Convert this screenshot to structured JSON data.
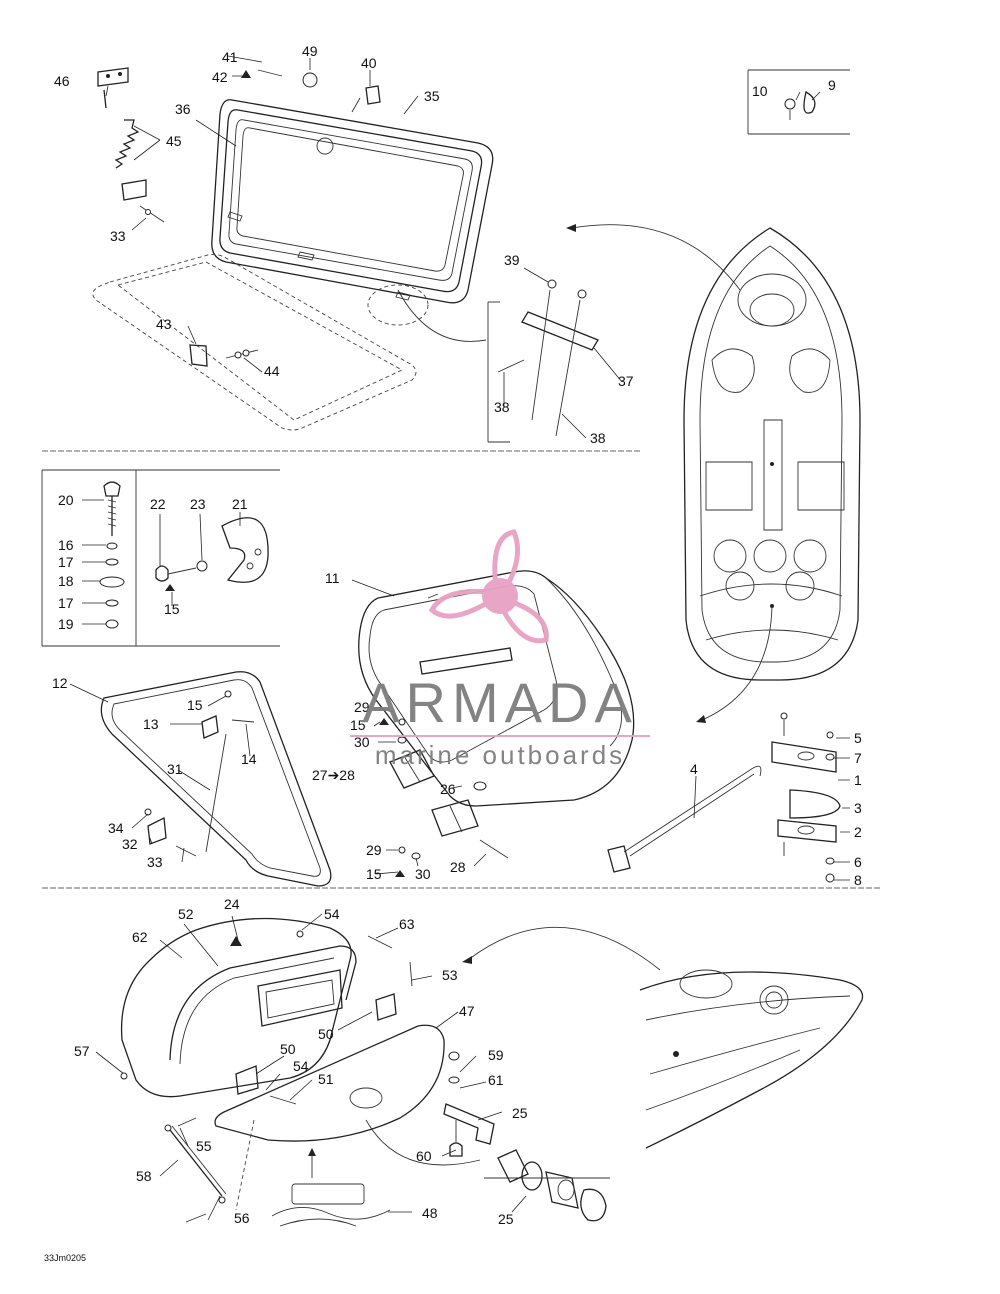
{
  "watermark": {
    "brand": "ARMADA",
    "tagline": "marine outboards",
    "accent_color": "#e8a1c4",
    "text_color": "#7d7d7d",
    "icon": "propeller-icon"
  },
  "drawing_code": "33Jm0205",
  "callouts": [
    {
      "id": "c46",
      "label": "46"
    },
    {
      "id": "c41",
      "label": "41"
    },
    {
      "id": "c42",
      "label": "42"
    },
    {
      "id": "c49",
      "label": "49"
    },
    {
      "id": "c40",
      "label": "40"
    },
    {
      "id": "c35",
      "label": "35"
    },
    {
      "id": "c36",
      "label": "36"
    },
    {
      "id": "c45",
      "label": "45"
    },
    {
      "id": "c33a",
      "label": "33"
    },
    {
      "id": "c10",
      "label": "10"
    },
    {
      "id": "c9",
      "label": "9"
    },
    {
      "id": "c39",
      "label": "39"
    },
    {
      "id": "c43",
      "label": "43"
    },
    {
      "id": "c44",
      "label": "44"
    },
    {
      "id": "c37",
      "label": "37"
    },
    {
      "id": "c38a",
      "label": "38"
    },
    {
      "id": "c38b",
      "label": "38"
    },
    {
      "id": "c20",
      "label": "20"
    },
    {
      "id": "c22",
      "label": "22"
    },
    {
      "id": "c23",
      "label": "23"
    },
    {
      "id": "c21",
      "label": "21"
    },
    {
      "id": "c16",
      "label": "16"
    },
    {
      "id": "c17a",
      "label": "17"
    },
    {
      "id": "c18",
      "label": "18"
    },
    {
      "id": "c17b",
      "label": "17"
    },
    {
      "id": "c19",
      "label": "19"
    },
    {
      "id": "c15a",
      "label": "15"
    },
    {
      "id": "c11",
      "label": "11"
    },
    {
      "id": "c12",
      "label": "12"
    },
    {
      "id": "c15b",
      "label": "15"
    },
    {
      "id": "c13",
      "label": "13"
    },
    {
      "id": "c14",
      "label": "14"
    },
    {
      "id": "c29a",
      "label": "29"
    },
    {
      "id": "c15c",
      "label": "15"
    },
    {
      "id": "c30a",
      "label": "30"
    },
    {
      "id": "c31",
      "label": "31"
    },
    {
      "id": "c2728",
      "label": "27➔28"
    },
    {
      "id": "c26",
      "label": "26"
    },
    {
      "id": "c34",
      "label": "34"
    },
    {
      "id": "c32",
      "label": "32"
    },
    {
      "id": "c33b",
      "label": "33"
    },
    {
      "id": "c29b",
      "label": "29"
    },
    {
      "id": "c15d",
      "label": "15"
    },
    {
      "id": "c30b",
      "label": "30"
    },
    {
      "id": "c28",
      "label": "28"
    },
    {
      "id": "c4",
      "label": "4"
    },
    {
      "id": "c5",
      "label": "5"
    },
    {
      "id": "c7",
      "label": "7"
    },
    {
      "id": "c1",
      "label": "1"
    },
    {
      "id": "c3",
      "label": "3"
    },
    {
      "id": "c2",
      "label": "2"
    },
    {
      "id": "c6",
      "label": "6"
    },
    {
      "id": "c8",
      "label": "8"
    },
    {
      "id": "c24",
      "label": "24"
    },
    {
      "id": "c52",
      "label": "52"
    },
    {
      "id": "c54a",
      "label": "54"
    },
    {
      "id": "c63",
      "label": "63"
    },
    {
      "id": "c62",
      "label": "62"
    },
    {
      "id": "c53",
      "label": "53"
    },
    {
      "id": "c47",
      "label": "47"
    },
    {
      "id": "c50a",
      "label": "50"
    },
    {
      "id": "c57",
      "label": "57"
    },
    {
      "id": "c50b",
      "label": "50"
    },
    {
      "id": "c54b",
      "label": "54"
    },
    {
      "id": "c51",
      "label": "51"
    },
    {
      "id": "c59",
      "label": "59"
    },
    {
      "id": "c61",
      "label": "61"
    },
    {
      "id": "c25a",
      "label": "25"
    },
    {
      "id": "c55",
      "label": "55"
    },
    {
      "id": "c60",
      "label": "60"
    },
    {
      "id": "c58",
      "label": "58"
    },
    {
      "id": "c25b",
      "label": "25"
    },
    {
      "id": "c56",
      "label": "56"
    },
    {
      "id": "c48",
      "label": "48"
    }
  ]
}
